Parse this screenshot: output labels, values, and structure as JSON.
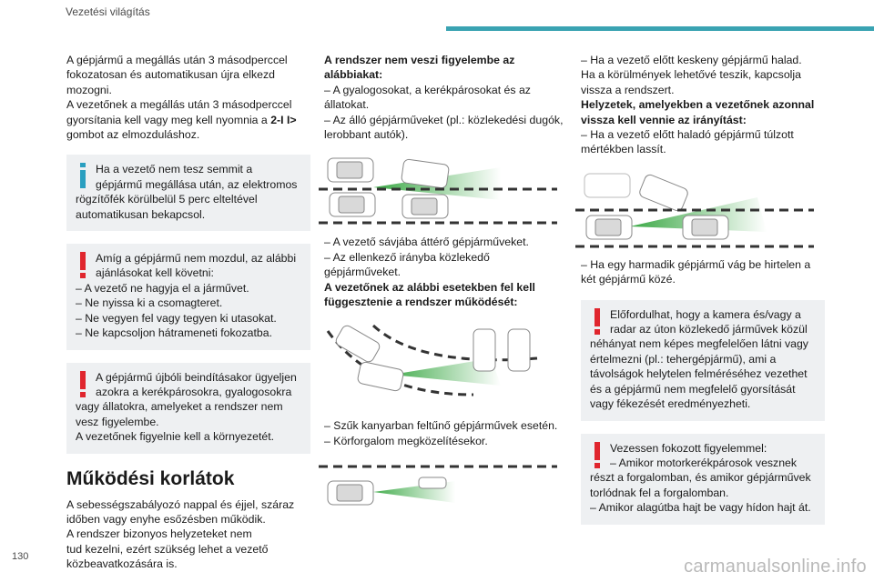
{
  "header": {
    "title": "Vezetési világítás"
  },
  "page_number": "130",
  "watermark": "carmanualsonline.info",
  "col1": {
    "para1": [
      "A gépjármű a megállás után 3 másodperccel",
      "fokozatosan és automatikusan újra elkezd",
      "mozogni.",
      "A vezetőnek a megállás után 3 másodperccel",
      "gyorsítania kell vagy meg kell nyomnia a"
    ],
    "para1_button": "2-I I>",
    "para1_end": "gombot az elmozduláshoz.",
    "info_box": {
      "first": "Ha a vezető nem tesz semmit a",
      "second": "gépjármű megállása után, az elektromos",
      "rest": [
        "rögzítőfék körülbelül 5 perc elteltével",
        "automatikusan bekapcsol."
      ]
    },
    "warn_box1": {
      "first": "Amíg a gépjármű nem mozdul, az alábbi",
      "second": "ajánlásokat kell követni:",
      "rest": [
        "– A vezető ne hagyja el a járművet.",
        "– Ne nyissa ki a csomagteret.",
        "– Ne vegyen fel vagy tegyen ki utasokat.",
        "– Ne kapcsoljon hátrameneti fokozatba."
      ]
    },
    "warn_box2": {
      "first": "A gépjármű újbóli beindításakor ügyeljen",
      "second": "azokra a kerékpárosokra, gyalogosokra",
      "rest": [
        "vagy állatokra, amelyeket a rendszer nem",
        "vesz figyelembe.",
        "A vezetőnek figyelnie kell a környezetét."
      ]
    },
    "section_title": "Működési korlátok",
    "para2": [
      "A sebességszabályozó nappal és éjjel, száraz",
      "időben vagy enyhe esőzésben működik.",
      "A rendszer bizonyos helyzeteket nem",
      "tud kezelni, ezért szükség lehet a vezető",
      "közbeavatkozására is."
    ]
  },
  "col2": {
    "heading1": [
      "A rendszer nem veszi figyelembe az",
      "alábbiakat:"
    ],
    "list1": [
      "– A gyalogosokat, a kerékpárosokat és az",
      "állatokat.",
      "– Az álló gépjárműveket (pl.: közlekedési dugók,",
      "lerobbant autók)."
    ],
    "list2": [
      "– A vezető sávjába áttérő gépjárműveket.",
      "– Az ellenkező irányba közlekedő",
      "gépjárműveket."
    ],
    "heading2": [
      "A vezetőnek az alábbi esetekben fel kell",
      "függesztenie a rendszer működését:"
    ],
    "list3": [
      "– Szűk kanyarban feltűnő gépjárművek esetén.",
      "– Körforgalom megközelítésekor."
    ]
  },
  "col3": {
    "list1": [
      "– Ha a vezető előtt keskeny gépjármű halad.",
      "Ha a körülmények lehetővé teszik, kapcsolja",
      "vissza a rendszert."
    ],
    "heading1": [
      "Helyzetek, amelyekben a vezetőnek azonnal",
      "vissza kell vennie az irányítást:"
    ],
    "list2": [
      "– Ha a vezető előtt haladó gépjármű túlzott",
      "mértékben lassít."
    ],
    "list3": [
      "– Ha egy harmadik gépjármű vág be hirtelen a",
      "két gépjármű közé."
    ],
    "warn_box1": {
      "first": "Előfordulhat, hogy a kamera és/vagy a",
      "second": "radar az úton közlekedő járművek közül",
      "rest": [
        "néhányat nem képes megfelelően látni vagy",
        "értelmezni (pl.: tehergépjármű), ami a",
        "távolságok helytelen felméréséhez vezethet",
        "és a gépjármű nem megfelelő gyorsítását",
        "vagy fékezését eredményezheti."
      ]
    },
    "warn_box2": {
      "first": "Vezessen fokozott figyelemmel:",
      "second": "– Amikor motorkerékpárosok vesznek",
      "rest": [
        "részt a forgalomban, és amikor gépjárművek",
        "torlódnak fel a forgalomban.",
        "– Amikor alagútba hajt be vagy hídon hajt át."
      ]
    }
  },
  "colors": {
    "accent": "#3aa3b2",
    "info_icon": "#2a9fc0",
    "warning_icon": "#e0262e",
    "box_bg": "#eef0f2",
    "radar_green": "#2fa33a"
  },
  "icons": {
    "info": "info-icon",
    "warning": "warning-icon"
  }
}
